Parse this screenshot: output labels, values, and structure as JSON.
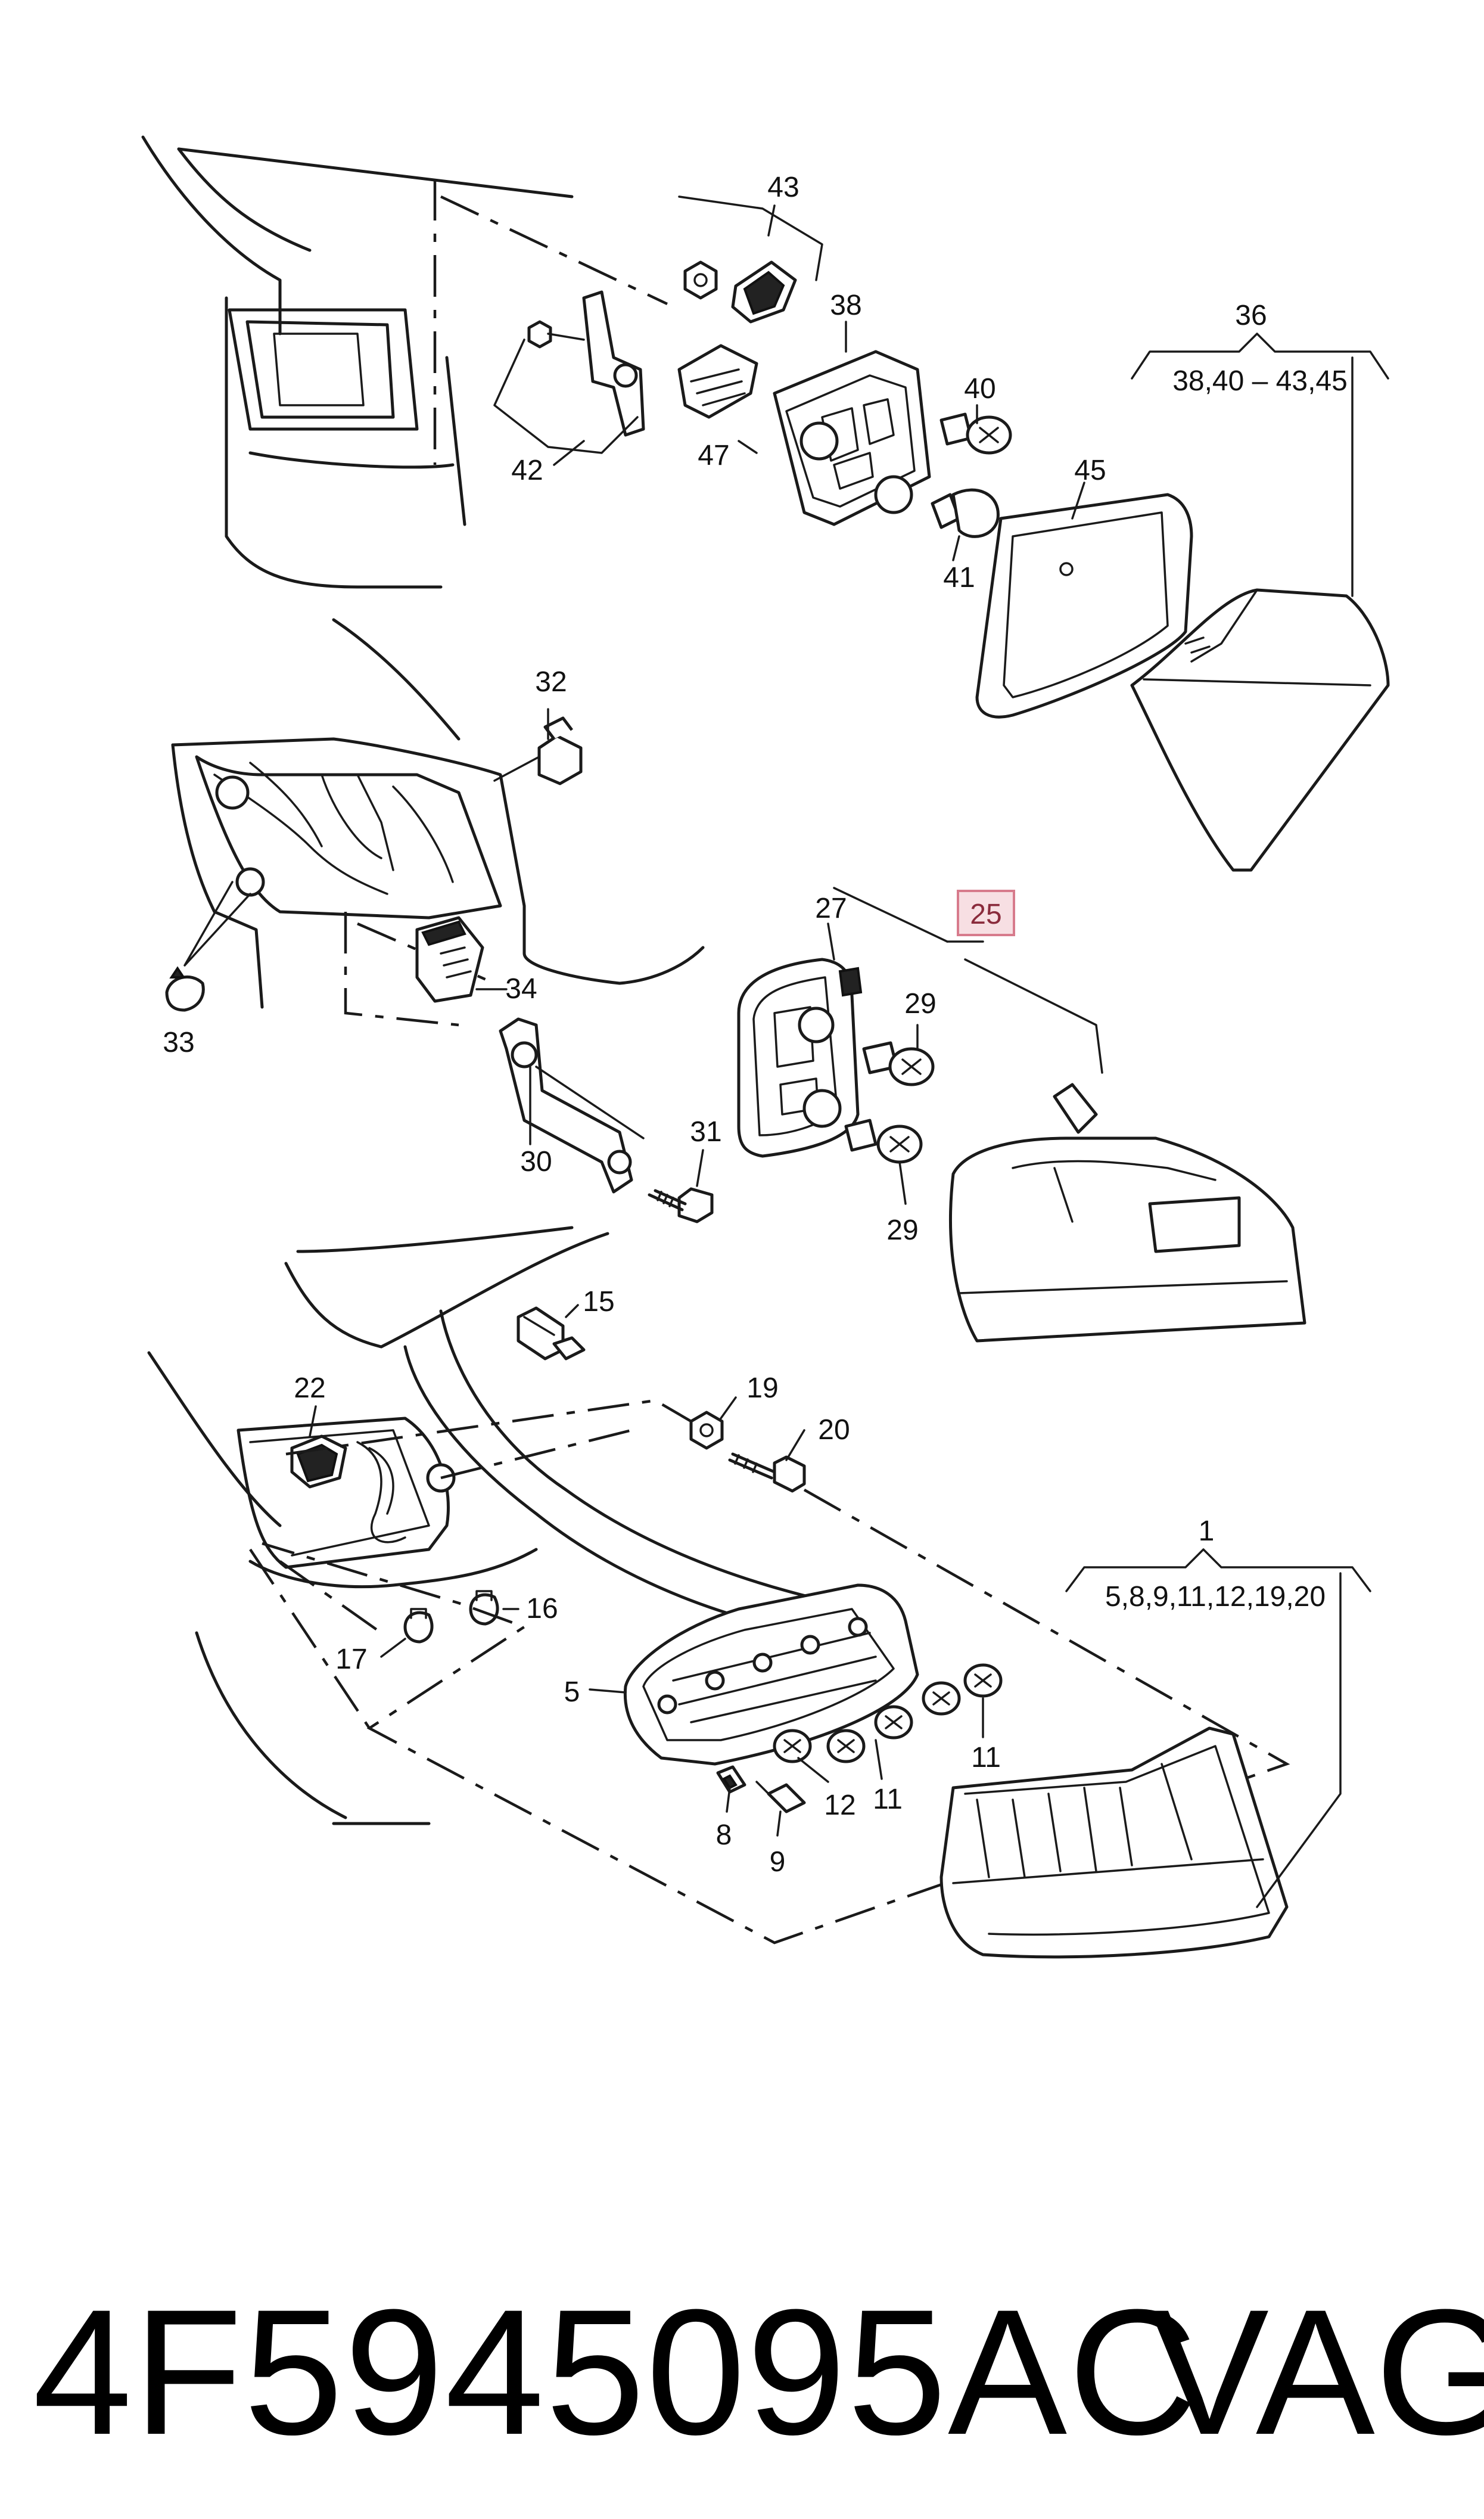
{
  "diagram": {
    "group_labels": {
      "g36_num": "36",
      "g36_parts": "38,40 – 43,45",
      "g1_num": "1",
      "g1_parts": "5,8,9,11,12,19,20"
    },
    "callouts": {
      "p43": "43",
      "p38": "38",
      "p36": "36",
      "p40": "40",
      "p47": "47",
      "p42": "42",
      "p45": "45",
      "p41": "41",
      "p32": "32",
      "p27": "27",
      "p25": "25",
      "p29a": "29",
      "p34": "34",
      "p33": "33",
      "p31": "31",
      "p30": "30",
      "p29b": "29",
      "p15": "15",
      "p22": "22",
      "p19": "19",
      "p20": "20",
      "p1": "1",
      "p16": "16",
      "p17": "17",
      "p5": "5",
      "p11a": "11",
      "p11b": "11",
      "p12": "12",
      "p8": "8",
      "p9": "9"
    },
    "highlighted_callout": "25",
    "highlight_color": "#f7dfe3"
  },
  "footer": {
    "part_number": "4F5945095AC",
    "brand": "VAG"
  }
}
